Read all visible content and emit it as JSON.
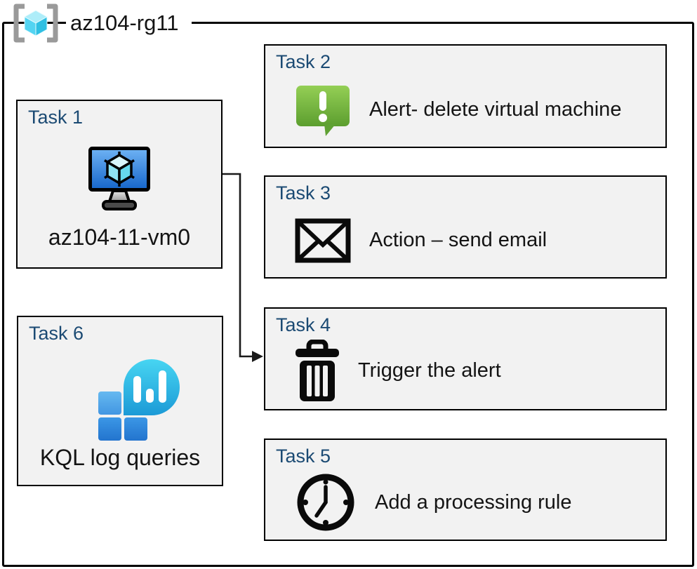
{
  "header": {
    "title": "az104-rg11",
    "icon": "resource-group-icon"
  },
  "tasks": [
    {
      "id": "task1",
      "title": "Task 1",
      "label": "az104-11-vm0",
      "icon": "virtual-machine-icon"
    },
    {
      "id": "task2",
      "title": "Task 2",
      "label": "Alert- delete virtual machine",
      "icon": "alert-icon"
    },
    {
      "id": "task3",
      "title": "Task 3",
      "label": "Action – send email",
      "icon": "email-icon"
    },
    {
      "id": "task4",
      "title": "Task 4",
      "label": "Trigger the alert",
      "icon": "trash-icon"
    },
    {
      "id": "task5",
      "title": "Task 5",
      "label": "Add a processing rule",
      "icon": "clock-icon"
    },
    {
      "id": "task6",
      "title": "Task 6",
      "label": "KQL log queries",
      "icon": "log-analytics-icon"
    }
  ],
  "connector": {
    "from": "task1",
    "to": "task4"
  },
  "colors": {
    "task_fill": "#F2F2F2",
    "task_border": "#000000",
    "title_blue": "#1B4A73",
    "alert_green": "#6BAB3A",
    "azure_blue": "#2C86DC",
    "cyan": "#2FC3E6"
  }
}
